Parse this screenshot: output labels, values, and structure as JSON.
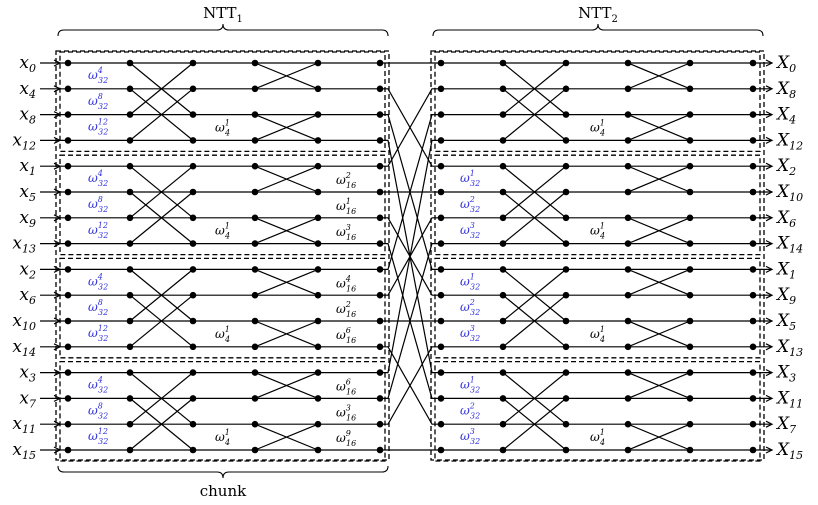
{
  "titles": {
    "ntt1": "NTT",
    "ntt1_sub": "1",
    "ntt2": "NTT",
    "ntt2_sub": "2",
    "chunk": "chunk"
  },
  "inputs": [
    {
      "base": "x",
      "sub": "0"
    },
    {
      "base": "x",
      "sub": "4"
    },
    {
      "base": "x",
      "sub": "8"
    },
    {
      "base": "x",
      "sub": "12"
    },
    {
      "base": "x",
      "sub": "1"
    },
    {
      "base": "x",
      "sub": "5"
    },
    {
      "base": "x",
      "sub": "9"
    },
    {
      "base": "x",
      "sub": "13"
    },
    {
      "base": "x",
      "sub": "2"
    },
    {
      "base": "x",
      "sub": "6"
    },
    {
      "base": "x",
      "sub": "10"
    },
    {
      "base": "x",
      "sub": "14"
    },
    {
      "base": "x",
      "sub": "3"
    },
    {
      "base": "x",
      "sub": "7"
    },
    {
      "base": "x",
      "sub": "11"
    },
    {
      "base": "x",
      "sub": "15"
    }
  ],
  "outputs": [
    {
      "base": "X",
      "sub": "0"
    },
    {
      "base": "X",
      "sub": "8"
    },
    {
      "base": "X",
      "sub": "4"
    },
    {
      "base": "X",
      "sub": "12"
    },
    {
      "base": "X",
      "sub": "2"
    },
    {
      "base": "X",
      "sub": "10"
    },
    {
      "base": "X",
      "sub": "6"
    },
    {
      "base": "X",
      "sub": "14"
    },
    {
      "base": "X",
      "sub": "1"
    },
    {
      "base": "X",
      "sub": "9"
    },
    {
      "base": "X",
      "sub": "5"
    },
    {
      "base": "X",
      "sub": "13"
    },
    {
      "base": "X",
      "sub": "3"
    },
    {
      "base": "X",
      "sub": "11"
    },
    {
      "base": "X",
      "sub": "7"
    },
    {
      "base": "X",
      "sub": "15"
    }
  ],
  "twiddles_ntt1_stage1": [
    {
      "base": "ω",
      "sup": "4",
      "sub": "32"
    },
    {
      "base": "ω",
      "sup": "8",
      "sub": "32"
    },
    {
      "base": "ω",
      "sup": "12",
      "sub": "32"
    }
  ],
  "twiddles_ntt2_stage1": [
    [],
    [
      {
        "base": "ω",
        "sup": "1",
        "sub": "32"
      },
      {
        "base": "ω",
        "sup": "2",
        "sub": "32"
      },
      {
        "base": "ω",
        "sup": "3",
        "sub": "32"
      }
    ],
    [
      {
        "base": "ω",
        "sup": "1",
        "sub": "32"
      },
      {
        "base": "ω",
        "sup": "2",
        "sub": "32"
      },
      {
        "base": "ω",
        "sup": "3",
        "sub": "32"
      }
    ],
    [
      {
        "base": "ω",
        "sup": "1",
        "sub": "32"
      },
      {
        "base": "ω",
        "sup": "2",
        "sub": "32"
      },
      {
        "base": "ω",
        "sup": "3",
        "sub": "32"
      }
    ]
  ],
  "twiddle_w4": {
    "base": "ω",
    "sup": "1",
    "sub": "4"
  },
  "twiddles_w16": [
    [],
    [
      {
        "base": "ω",
        "sup": "2",
        "sub": "16"
      },
      {
        "base": "ω",
        "sup": "1",
        "sub": "16"
      },
      {
        "base": "ω",
        "sup": "3",
        "sub": "16"
      }
    ],
    [
      {
        "base": "ω",
        "sup": "4",
        "sub": "16"
      },
      {
        "base": "ω",
        "sup": "2",
        "sub": "16"
      },
      {
        "base": "ω",
        "sup": "6",
        "sub": "16"
      }
    ],
    [
      {
        "base": "ω",
        "sup": "6",
        "sub": "16"
      },
      {
        "base": "ω",
        "sup": "3",
        "sub": "16"
      },
      {
        "base": "ω",
        "sup": "9",
        "sub": "16"
      }
    ]
  ],
  "colors": {
    "twiddle_blue": "#3333dd",
    "line": "#000000"
  }
}
